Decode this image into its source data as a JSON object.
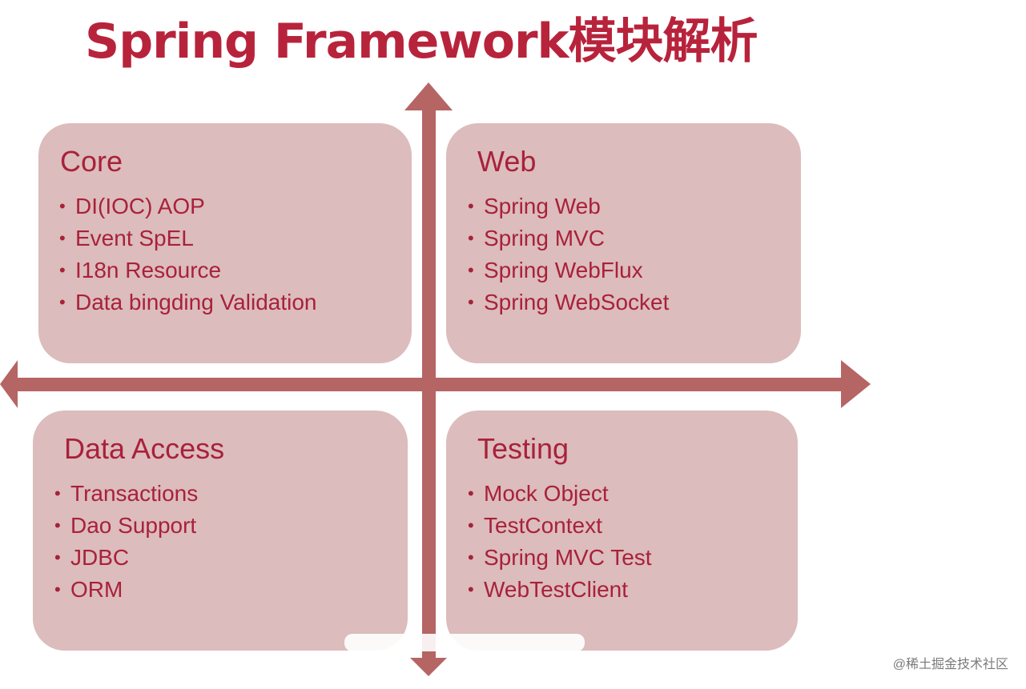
{
  "title": "Spring Framework模块解析",
  "colors": {
    "title": "#b8233c",
    "text": "#a8213a",
    "box": "#dcbcbc",
    "arrow": "#b56564"
  },
  "quadrants": {
    "core": {
      "title": "Core",
      "items": [
        "DI(IOC) AOP",
        "Event SpEL",
        "I18n Resource",
        "Data bingding Validation"
      ]
    },
    "web": {
      "title": "Web",
      "items": [
        "Spring Web",
        "Spring MVC",
        "Spring WebFlux",
        "Spring WebSocket"
      ]
    },
    "data_access": {
      "title": "Data Access",
      "items": [
        "Transactions",
        "Dao Support",
        "JDBC",
        "ORM"
      ]
    },
    "testing": {
      "title": "Testing",
      "items": [
        "Mock Object",
        "TestContext",
        "Spring MVC Test",
        "WebTestClient"
      ]
    }
  },
  "watermark": "@稀土掘金技术社区"
}
